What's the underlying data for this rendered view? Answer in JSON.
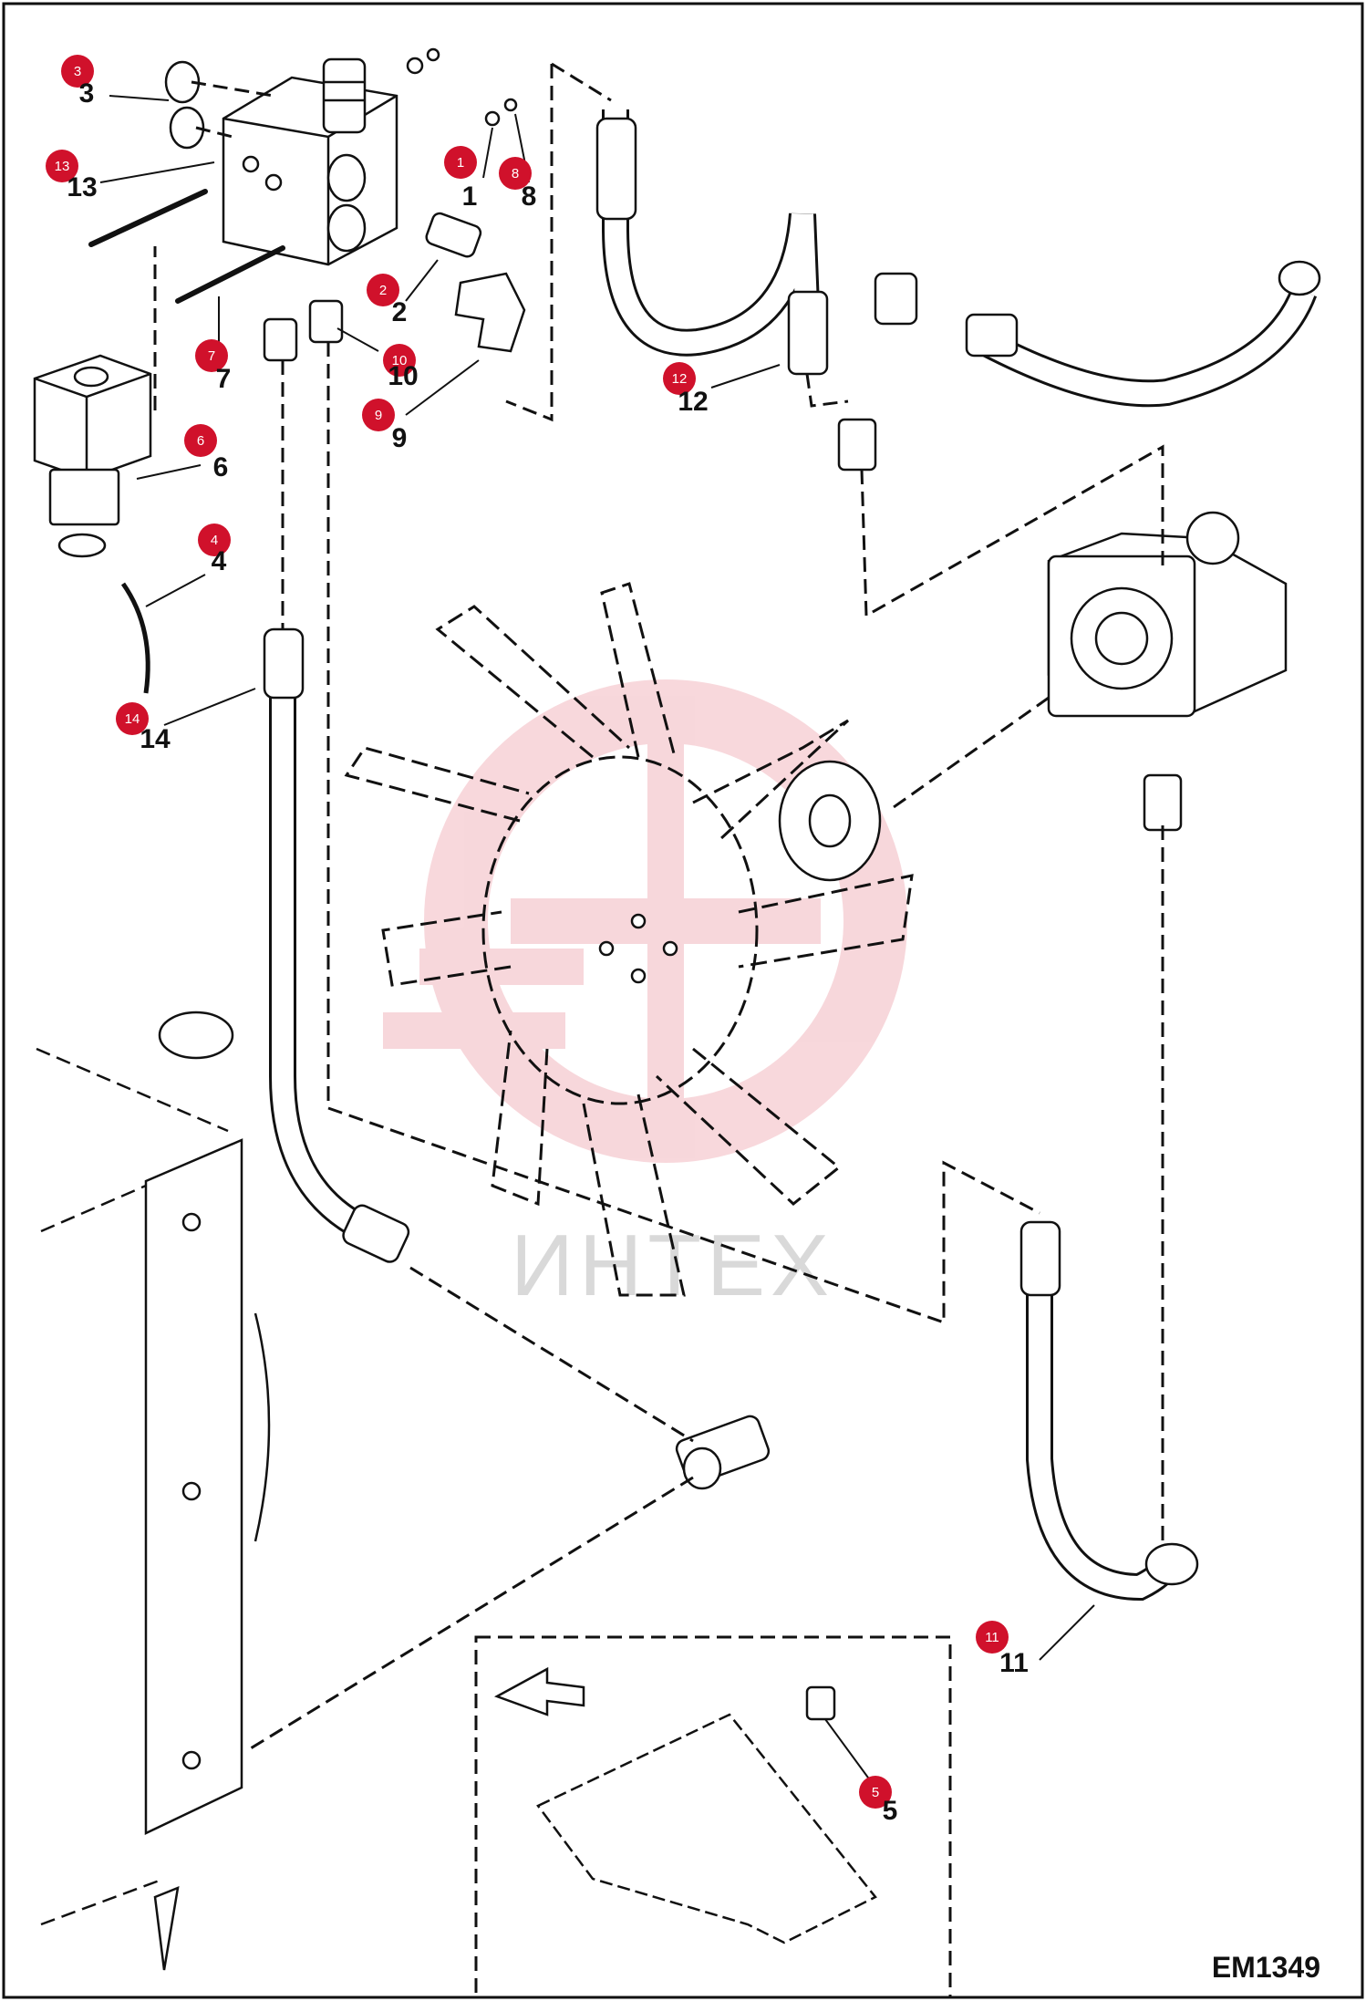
{
  "drawing_code": "EM1349",
  "watermark_text": "ИНТЕХ",
  "colors": {
    "badge": "#d0112b",
    "line": "#111111",
    "watermark": "#f2b8bf"
  },
  "callouts": [
    {
      "id": "3",
      "label": "3"
    },
    {
      "id": "13",
      "label": "13"
    },
    {
      "id": "1",
      "label": "1"
    },
    {
      "id": "8",
      "label": "8"
    },
    {
      "id": "2",
      "label": "2"
    },
    {
      "id": "7",
      "label": "7"
    },
    {
      "id": "10",
      "label": "10"
    },
    {
      "id": "9",
      "label": "9"
    },
    {
      "id": "12",
      "label": "12"
    },
    {
      "id": "6",
      "label": "6"
    },
    {
      "id": "4",
      "label": "4"
    },
    {
      "id": "14",
      "label": "14"
    },
    {
      "id": "11",
      "label": "11"
    },
    {
      "id": "5",
      "label": "5"
    }
  ]
}
